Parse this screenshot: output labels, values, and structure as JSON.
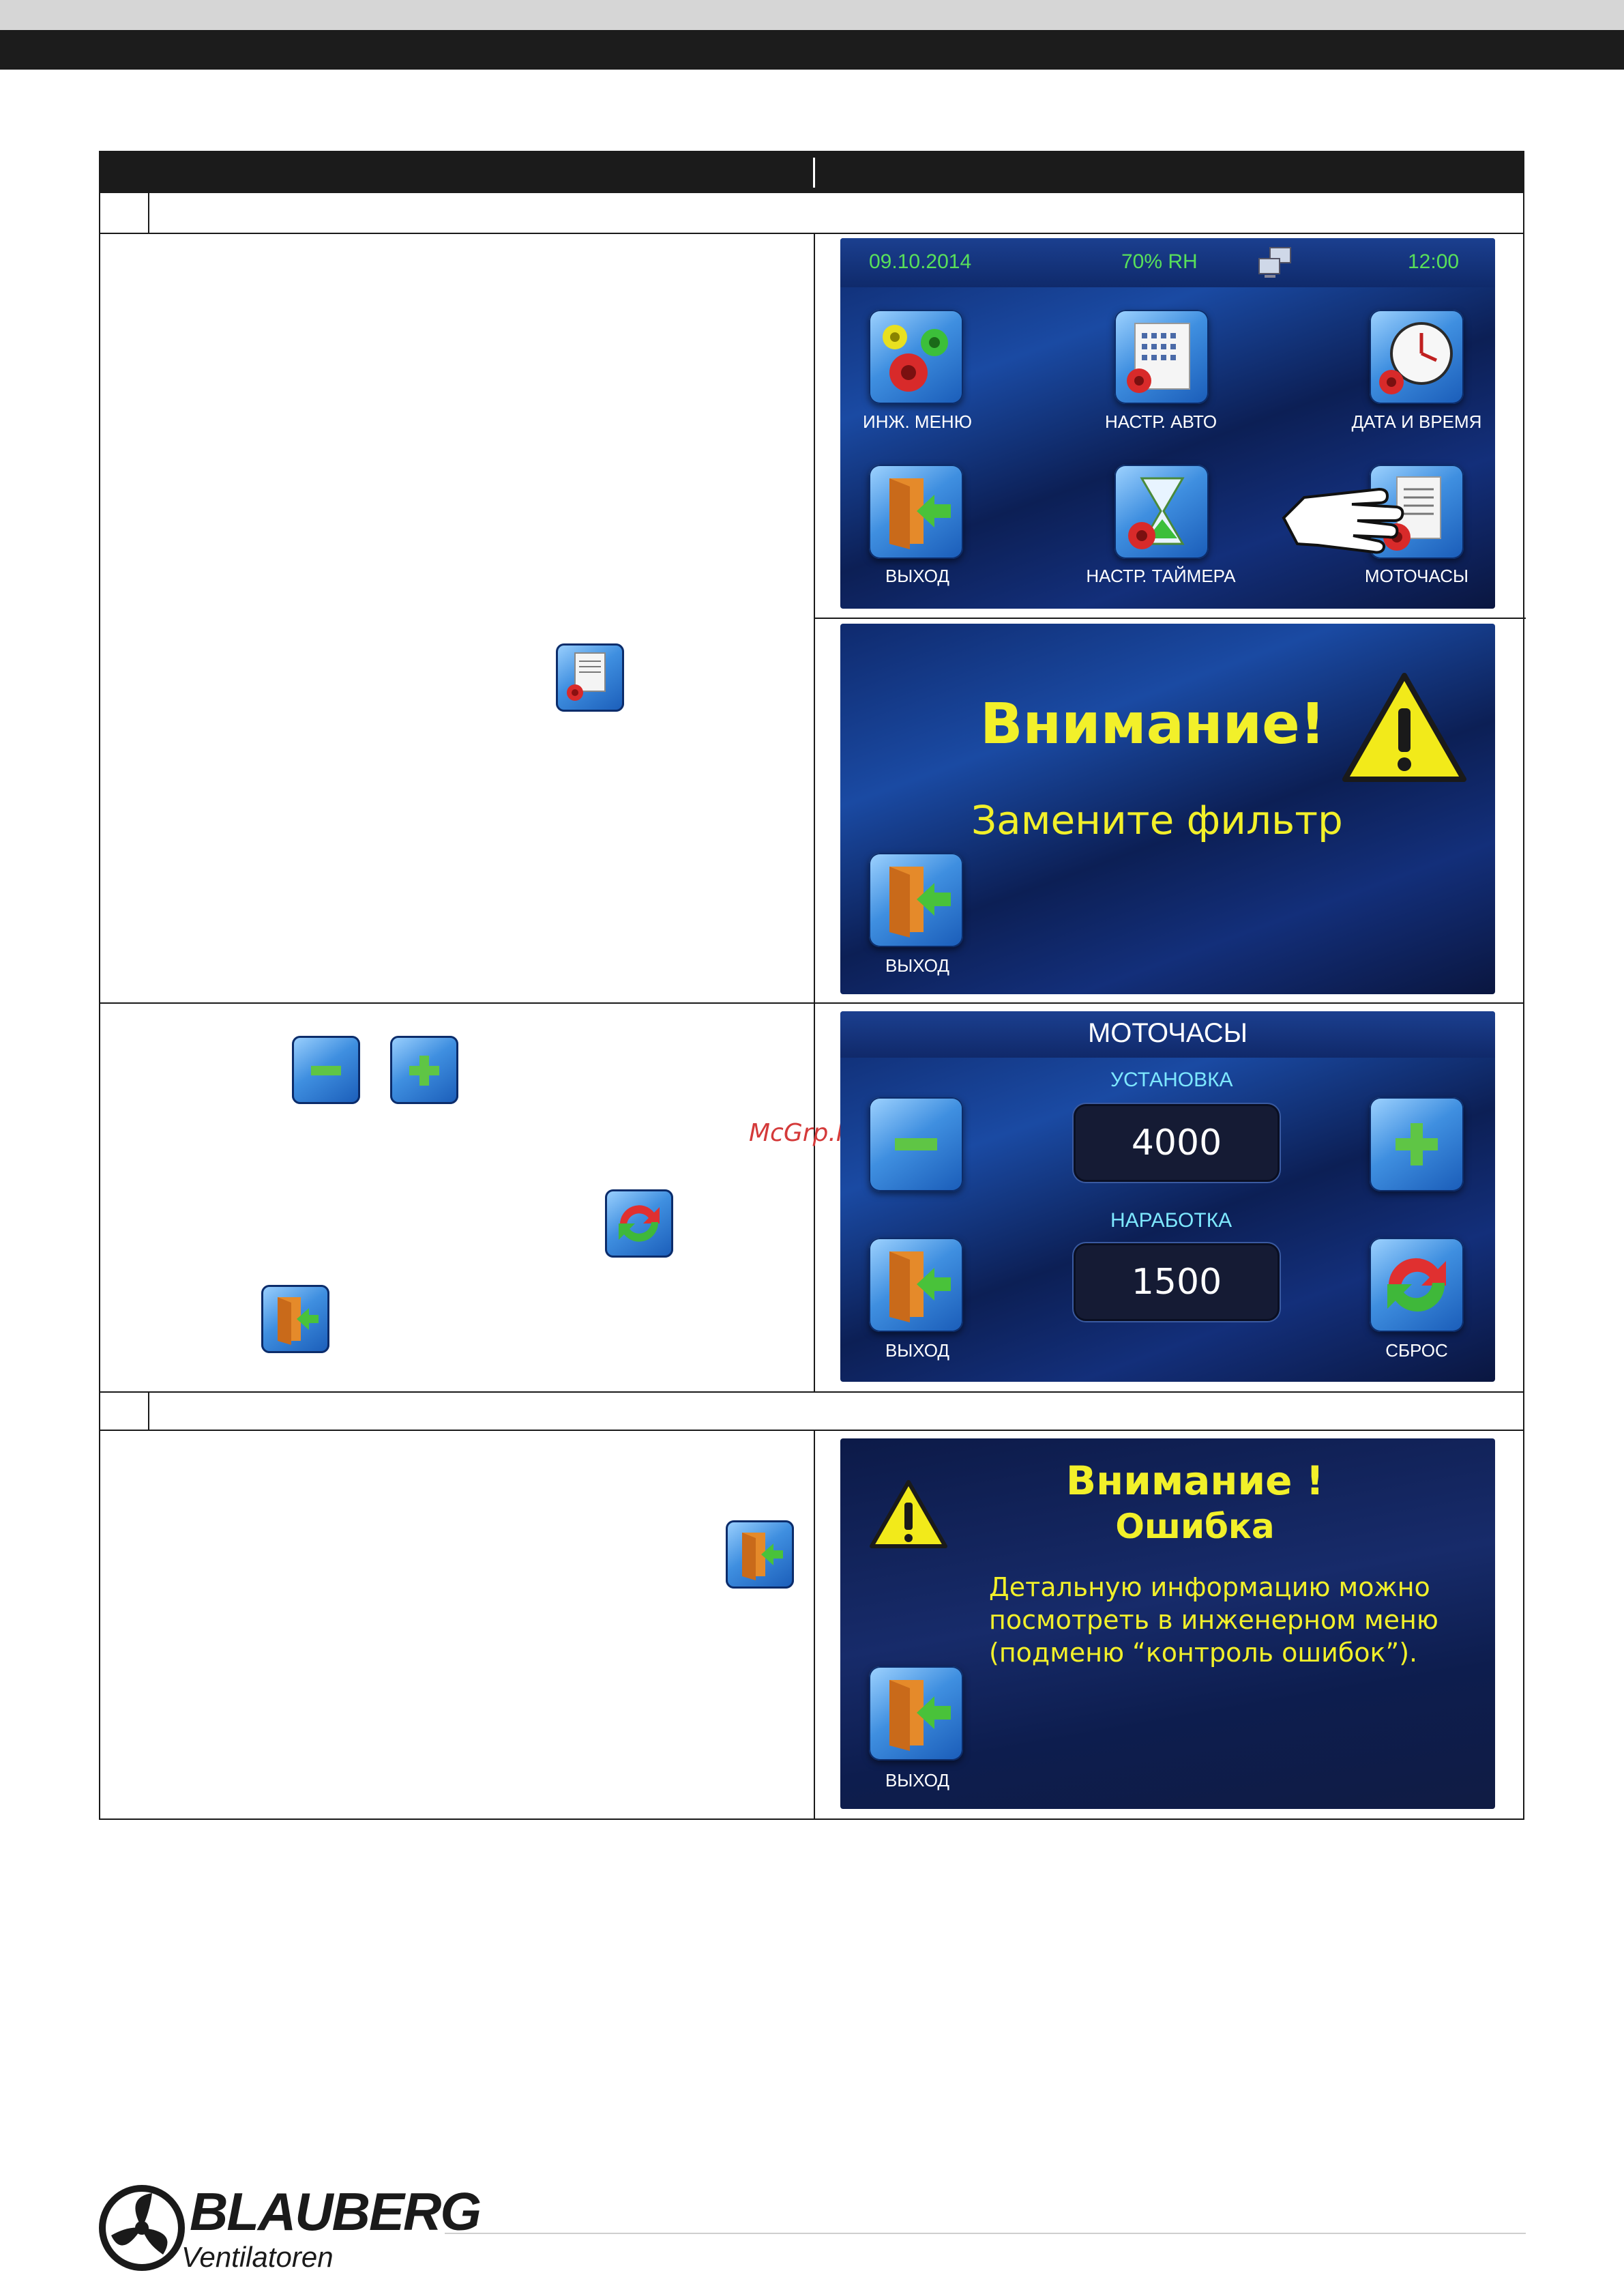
{
  "watermark": "McGrp.Ru",
  "screen_main": {
    "date": "09.10.2014",
    "humidity": "70% RH",
    "time": "12:00",
    "btn_engineer": "ИНЖ. МЕНЮ",
    "btn_auto": "НАСТР. АВТО",
    "btn_datetime": "ДАТА И ВРЕМЯ",
    "btn_exit": "ВЫХОД",
    "btn_timer": "НАСТР. ТАЙМЕРА",
    "btn_motohours": "МОТОЧАСЫ"
  },
  "screen_filter": {
    "title": "Внимание!",
    "message": "Замените фильтр",
    "btn_exit": "ВЫХОД"
  },
  "screen_motohours": {
    "title": "МОТОЧАСЫ",
    "setting_label": "УСТАНОВКА",
    "setting_value": "4000",
    "runtime_label": "НАРАБОТКА",
    "runtime_value": "1500",
    "btn_exit": "ВЫХОД",
    "btn_reset": "СБРОС"
  },
  "screen_error": {
    "title": "Внимание !",
    "subtitle": "Ошибка",
    "line1": "Детальную информацию можно",
    "line2": "посмотреть в инженерном меню",
    "line3": "(подменю “контроль ошибок”).",
    "btn_exit": "ВЫХОД"
  },
  "logo": {
    "brand": "BLAUBERG",
    "sub": "Ventilatoren"
  }
}
